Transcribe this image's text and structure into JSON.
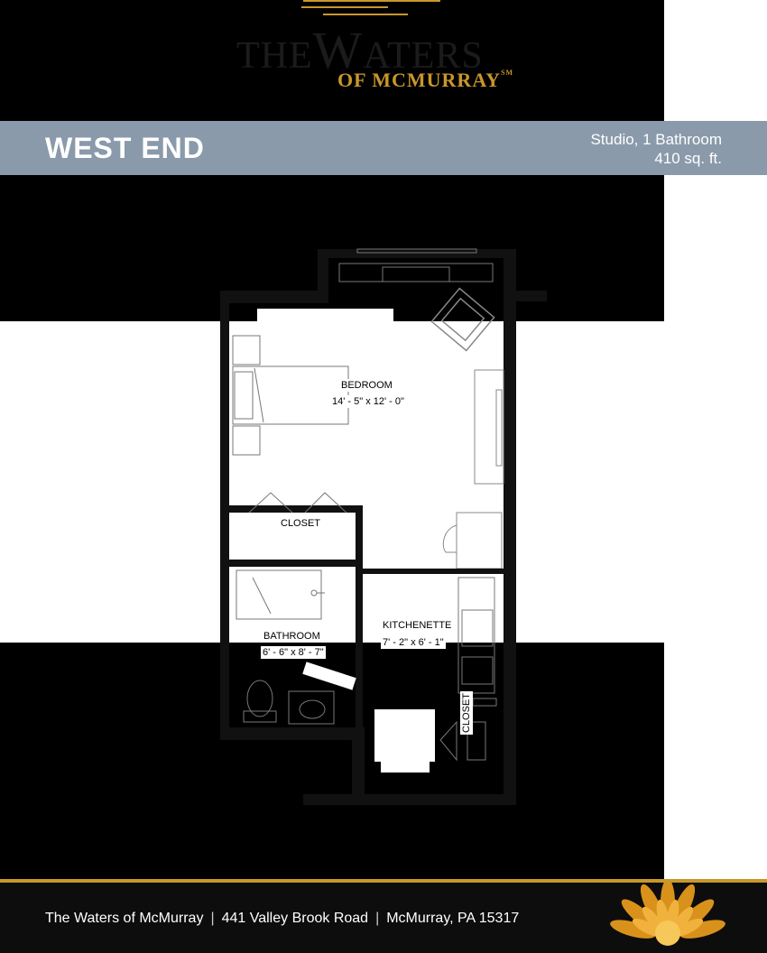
{
  "brand": {
    "line1": "THE",
    "line1b": "W",
    "line1c": "ATERS",
    "line2": "OF MCMURRAY",
    "mark": "SM",
    "gold": "#c9972a"
  },
  "header": {
    "unit_name": "WEST END",
    "layout": "Studio, 1 Bathroom",
    "area": "410 sq. ft.",
    "band_color": "#8a9aab"
  },
  "rooms": {
    "bedroom": {
      "label": "BEDROOM",
      "dims": "14' - 5\" x 12' - 0\""
    },
    "closet_main": {
      "label": "CLOSET"
    },
    "bathroom": {
      "label": "BATHROOM",
      "dims": "6' - 6\" x 8' - 7\""
    },
    "kitchenette": {
      "label": "KITCHENETTE",
      "dims": "7' - 2\" x 6' - 1\""
    },
    "closet_kitchen": {
      "label": "CLOSET"
    }
  },
  "footer": {
    "name": "The Waters of McMurray",
    "address": "441 Valley Brook Road",
    "city": "McMurray, PA 15317",
    "separator": "|"
  }
}
